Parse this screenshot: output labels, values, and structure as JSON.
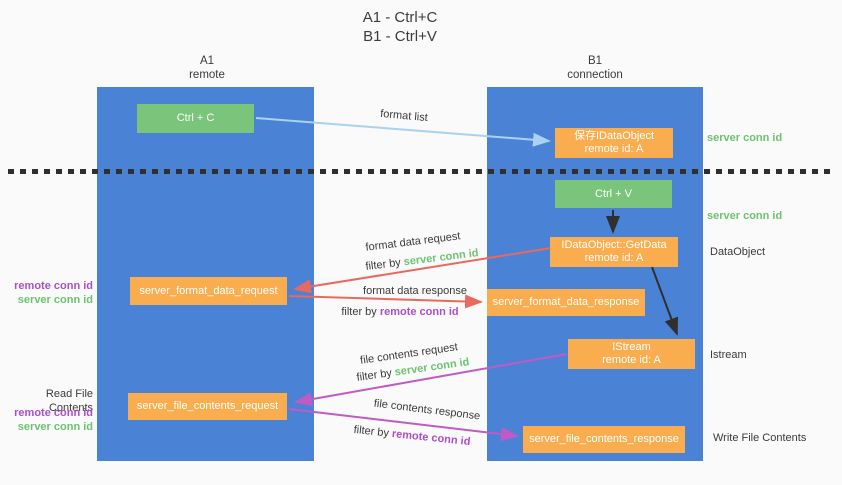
{
  "title": {
    "line1": "A1 - Ctrl+C",
    "line2": "B1 - Ctrl+V"
  },
  "columns": {
    "a1": {
      "name": "A1",
      "subtitle": "remote"
    },
    "b1": {
      "name": "B1",
      "subtitle": "connection"
    }
  },
  "nodes": {
    "ctrl_c": {
      "label": "Ctrl + C"
    },
    "ctrl_v": {
      "label": "Ctrl + V"
    },
    "save_dataobject": {
      "line1": "保存IDataObject",
      "line2": "remote id: A"
    },
    "getdata": {
      "line1": "IDataObject::GetData",
      "line2": "remote id: A"
    },
    "istream": {
      "line1": "IStream",
      "line2": "remote id: A"
    },
    "server_format_data_request": {
      "label": "server_format_data_request"
    },
    "server_format_data_response": {
      "label": "server_format_data_response"
    },
    "server_file_contents_request": {
      "label": "server_file_contents_request"
    },
    "server_file_contents_response": {
      "label": "server_file_contents_response"
    }
  },
  "side_labels": {
    "right_server_conn_id_1": "server conn id",
    "right_server_conn_id_2": "server conn id",
    "right_dataobject": "DataObject",
    "right_istream": "Istream",
    "right_write_file_contents": "Write File Contents",
    "left_remote_conn_id_1": "remote conn id",
    "left_server_conn_id_1": "server conn id",
    "left_read_file_contents": "Read File Contents",
    "left_remote_conn_id_2": "remote conn id",
    "left_server_conn_id_2": "server conn id"
  },
  "arrows": {
    "format_list": {
      "label": "format list"
    },
    "format_data_request": {
      "label": "format data request",
      "filter_prefix": "filter by",
      "filter_key": "server conn id"
    },
    "format_data_response": {
      "label": "format data response",
      "filter_prefix": "filter by",
      "filter_key": "remote conn id"
    },
    "file_contents_request": {
      "label": "file contents request",
      "filter_prefix": "filter by",
      "filter_key": "server conn id"
    },
    "file_contents_response": {
      "label": "file contents response",
      "filter_prefix": "filter by",
      "filter_key": "remote conn id"
    }
  },
  "colors": {
    "lifeline_blue": "#4a82d6",
    "node_green": "#7ac47c",
    "node_orange": "#f9ad4e",
    "arrow_light_blue": "#a8d2f0",
    "arrow_red": "#e8695e",
    "arrow_magenta": "#c15ac5",
    "arrow_black": "#2f2f2f",
    "text_green": "#6cc370",
    "text_purple": "#ab4fc8",
    "text_dark": "#3c3c3c",
    "background": "#fafafa"
  }
}
